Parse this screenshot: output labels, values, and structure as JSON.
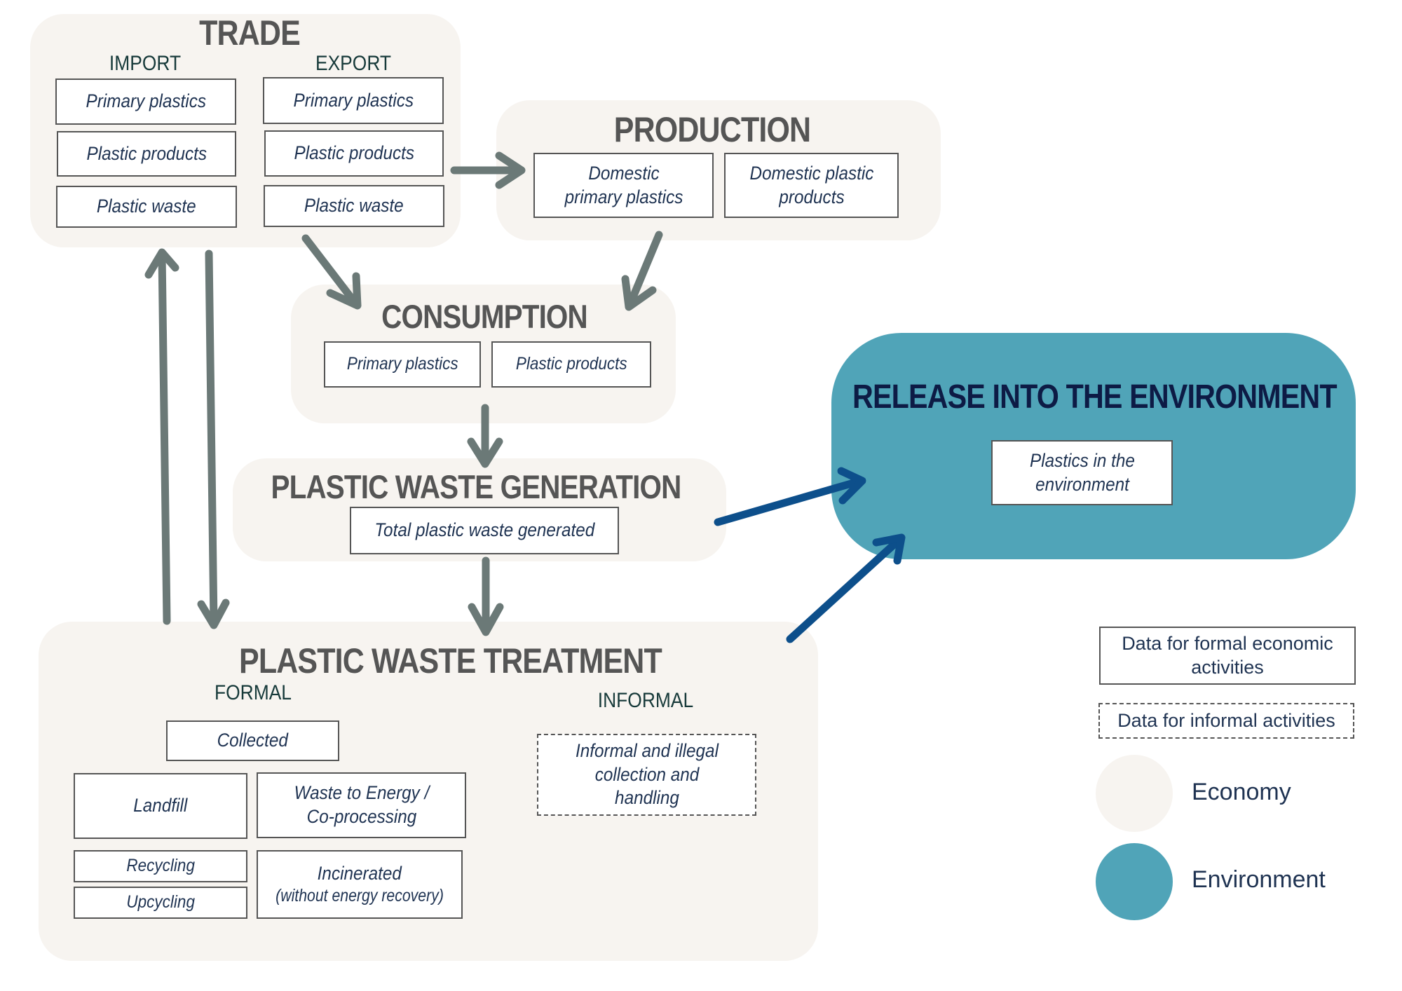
{
  "colors": {
    "economy": "#f7f4f0",
    "environment": "#50a4b8",
    "flow_arrow": "#6b7977",
    "release_arrow": "#0d4f8b",
    "section_title": "#555555",
    "environment_title": "#0d1b45",
    "item_text": "#1f3352"
  },
  "trade": {
    "title": "TRADE",
    "import": {
      "label": "IMPORT",
      "items": [
        "Primary plastics",
        "Plastic products",
        "Plastic waste"
      ]
    },
    "export": {
      "label": "EXPORT",
      "items": [
        "Primary plastics",
        "Plastic products",
        "Plastic waste"
      ]
    }
  },
  "production": {
    "title": "PRODUCTION",
    "items": [
      "Domestic primary plastics",
      "Domestic plastic products"
    ]
  },
  "consumption": {
    "title": "CONSUMPTION",
    "items": [
      "Primary plastics",
      "Plastic products"
    ]
  },
  "generation": {
    "title": "PLASTIC WASTE GENERATION",
    "items": [
      "Total plastic waste generated"
    ]
  },
  "treatment": {
    "title": "PLASTIC WASTE TREATMENT",
    "formal": {
      "label": "FORMAL",
      "collected": "Collected",
      "landfill": "Landfill",
      "waste_to_energy": "Waste to Energy / Co-processing",
      "recycling": "Recycling",
      "upcycling": "Upcycling",
      "incinerated_line1": "Incinerated",
      "incinerated_line2": "(without energy recovery)"
    },
    "informal": {
      "label": "INFORMAL",
      "item": "Informal and illegal collection and handling"
    }
  },
  "environment": {
    "title": "RELEASE INTO THE ENVIRONMENT",
    "items": [
      "Plastics in the environment"
    ]
  },
  "legend": {
    "formal_data": "Data for formal economic activities",
    "informal_data": "Data for informal activities",
    "economy": "Economy",
    "environment": "Environment"
  },
  "flows": [
    {
      "from": "trade",
      "to": "production",
      "kind": "economy"
    },
    {
      "from": "trade",
      "to": "consumption",
      "kind": "economy"
    },
    {
      "from": "production",
      "to": "consumption",
      "kind": "economy"
    },
    {
      "from": "consumption",
      "to": "generation",
      "kind": "economy"
    },
    {
      "from": "generation",
      "to": "treatment",
      "kind": "economy"
    },
    {
      "from": "treatment",
      "to": "trade",
      "kind": "economy"
    },
    {
      "from": "trade",
      "to": "treatment",
      "kind": "economy"
    },
    {
      "from": "generation",
      "to": "environment",
      "kind": "release"
    },
    {
      "from": "treatment",
      "to": "environment",
      "kind": "release"
    }
  ]
}
